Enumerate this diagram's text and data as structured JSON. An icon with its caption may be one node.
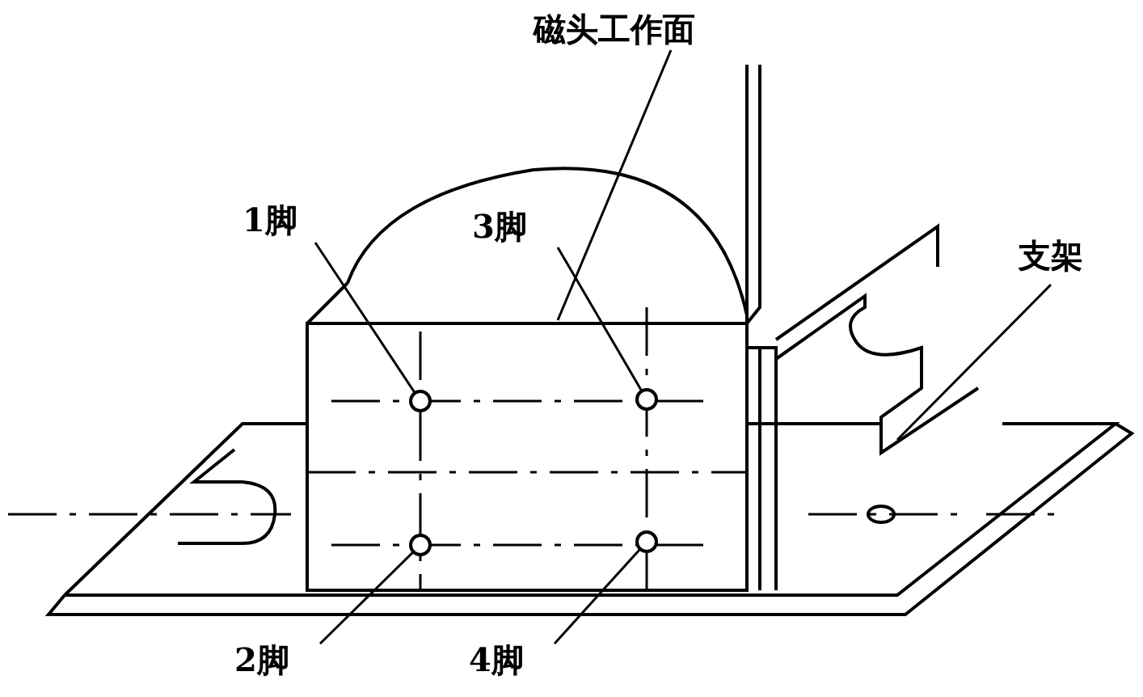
{
  "diagram": {
    "nodes": [
      {
        "text": [
          "磁头工作面"
        ]
      },
      {
        "text": [
          "1脚"
        ]
      },
      {
        "text": [
          "3脚"
        ]
      },
      {
        "text": [
          "支架"
        ]
      },
      {
        "text": [
          "2脚"
        ]
      },
      {
        "text": [
          "4脚"
        ]
      },
      {
        "text": [],
        "shape": "circle"
      },
      {
        "text": [],
        "shape": "circle"
      },
      {
        "text": [],
        "shape": "circle"
      },
      {
        "text": [],
        "shape": "circle"
      }
    ],
    "edges": [
      {
        "from": 0,
        "to": null,
        "arrow": "none"
      },
      {
        "from": 1,
        "to": 6,
        "arrow": "none"
      },
      {
        "from": 2,
        "to": 7,
        "arrow": "none"
      },
      {
        "from": 3,
        "to": null,
        "arrow": "none"
      },
      {
        "from": 4,
        "to": 8,
        "arrow": "none"
      },
      {
        "from": 5,
        "to": 9,
        "arrow": "none"
      }
    ]
  }
}
